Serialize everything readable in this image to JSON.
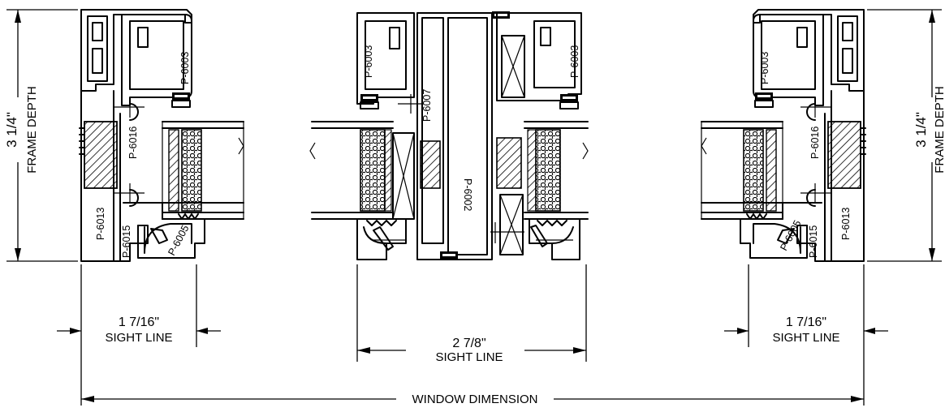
{
  "dimensions": {
    "frame_depth_left_value": "3 1/4\"",
    "frame_depth_left_label": "FRAME DEPTH",
    "frame_depth_right_value": "3 1/4\"",
    "frame_depth_right_label": "FRAME DEPTH",
    "sight_left_value": "1 7/16\"",
    "sight_left_label": "SIGHT LINE",
    "sight_center_value": "2 7/8\"",
    "sight_center_label": "SIGHT LINE",
    "sight_right_value": "1 7/16\"",
    "sight_right_label": "SIGHT LINE",
    "window_dimension": "WINDOW DIMENSION"
  },
  "parts": {
    "left": [
      "P-6003",
      "P-6016",
      "P-6013",
      "P-6015",
      "P-6005"
    ],
    "center": [
      "P-6003",
      "P-6007",
      "P-6003",
      "P-6002"
    ],
    "right": [
      "P-6003",
      "P-6016",
      "P-6013",
      "P-6015",
      "P-6005"
    ]
  }
}
